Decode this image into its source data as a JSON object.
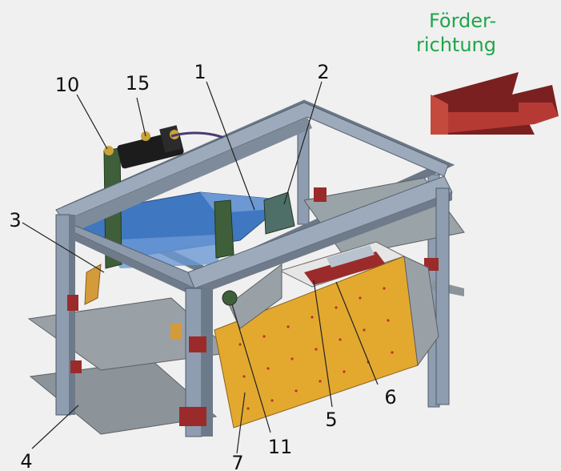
{
  "direction_label": {
    "line1": "Förder-",
    "line2": "richtung"
  },
  "part_numbers": {
    "n1": "1",
    "n2": "2",
    "n3": "3",
    "n4": "4",
    "n5": "5",
    "n6": "6",
    "n7": "7",
    "n10": "10",
    "n11": "11",
    "n15": "15"
  },
  "colors": {
    "frame": "#8e9db0",
    "frame_dark": "#5d6a7a",
    "plate": "#9aa3a8",
    "chute": "#e3a92f",
    "blue_part": "#3f78c0",
    "green_part": "#3f5f3a",
    "arrow": "#9b2b2b",
    "label_green": "#1fa64a"
  }
}
